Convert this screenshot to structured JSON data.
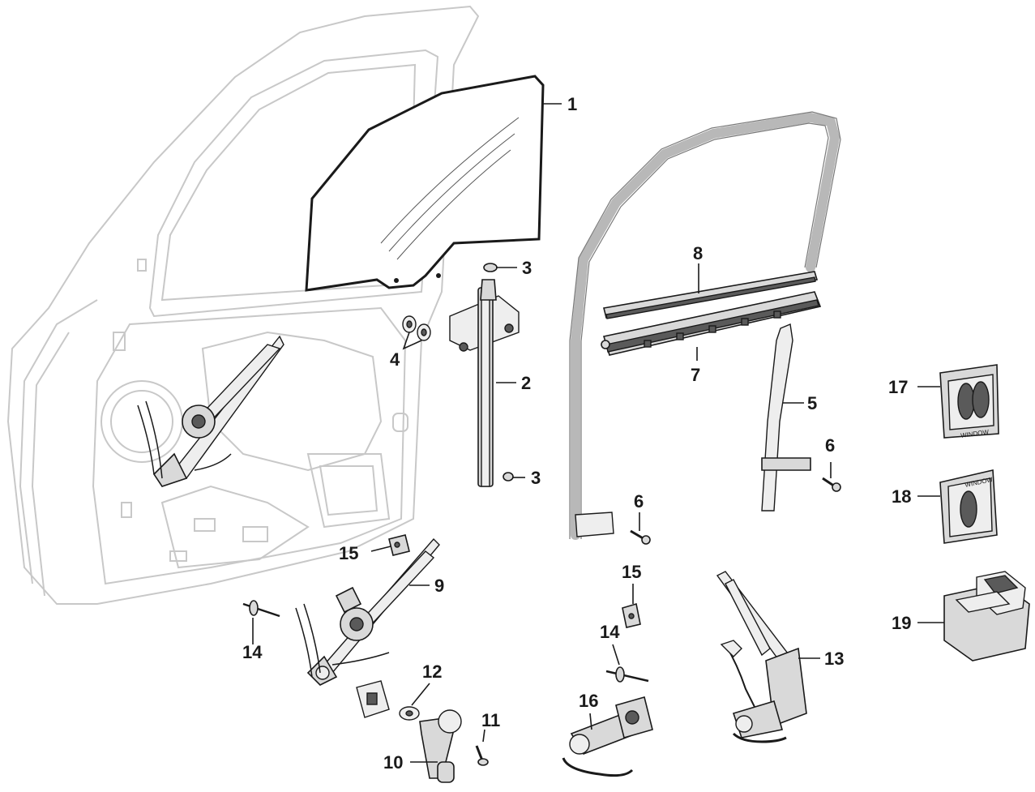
{
  "callouts": {
    "c1": "1",
    "c2": "2",
    "c3a": "3",
    "c3b": "3",
    "c4": "4",
    "c5": "5",
    "c6a": "6",
    "c6b": "6",
    "c7": "7",
    "c8": "8",
    "c9": "9",
    "c10": "10",
    "c11": "11",
    "c12": "12",
    "c13": "13",
    "c14a": "14",
    "c14b": "14",
    "c15a": "15",
    "c15b": "15",
    "c16": "16",
    "c17": "17",
    "c18": "18",
    "c19": "19"
  },
  "switch_text": {
    "window_17": "WINDOW",
    "window_18": "WINDOW"
  }
}
